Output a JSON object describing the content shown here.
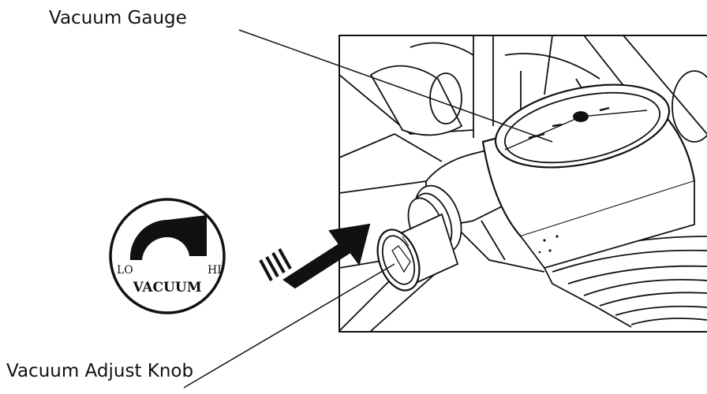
{
  "callouts": {
    "top": "Vacuum Gauge",
    "bottom": "Vacuum Adjust Knob"
  },
  "dial": {
    "low_label": "LO",
    "high_label": "HI",
    "title": "VACUUM"
  }
}
